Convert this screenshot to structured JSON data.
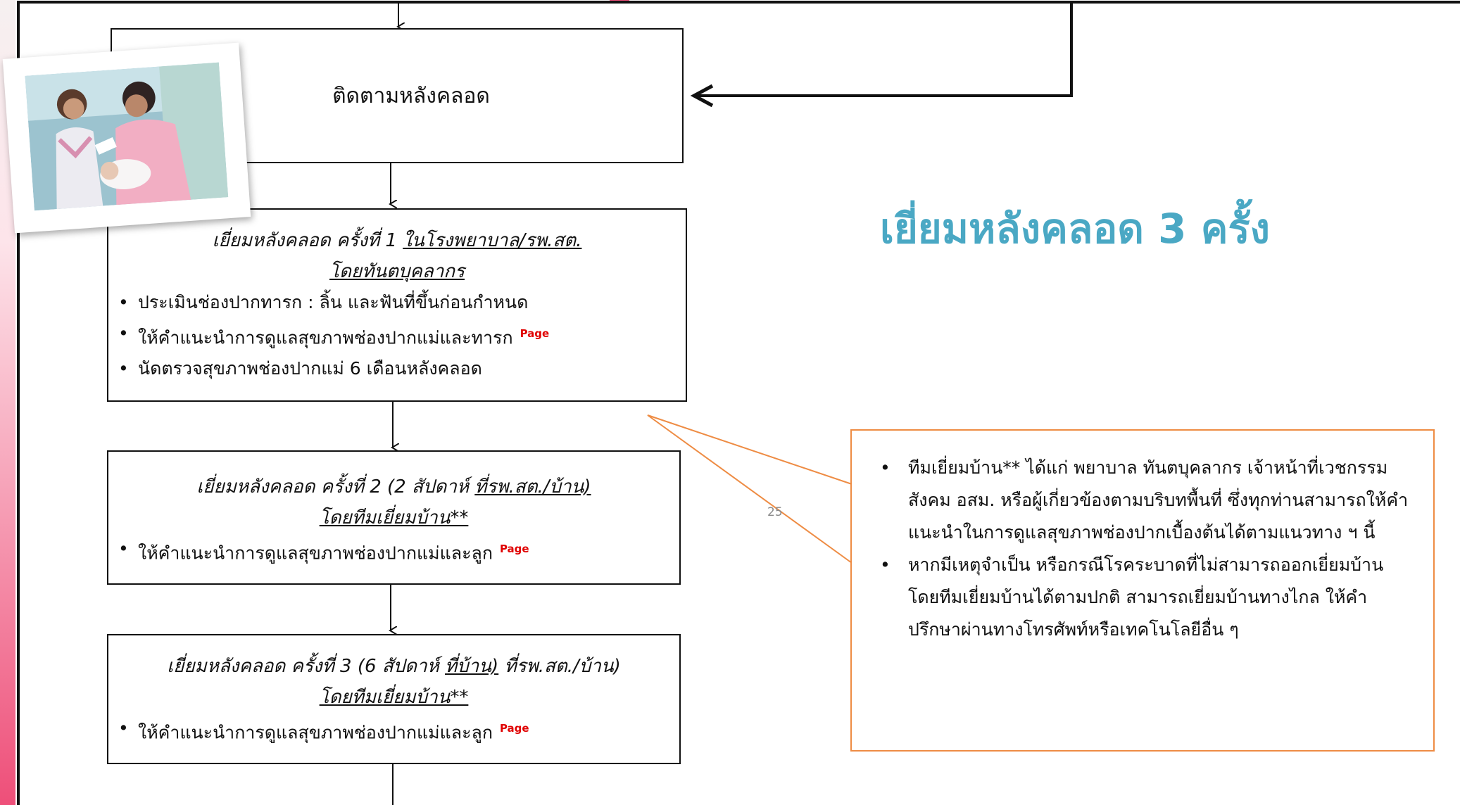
{
  "headline": "เยี่ยมหลังคลอด 3 ครั้ง",
  "page_number": "25",
  "flow": {
    "followup": {
      "label": "ติดตามหลังคลอด"
    },
    "visit1": {
      "title_a": "เยี่ยมหลังคลอด ครั้งที่ 1 ",
      "title_b": "ในโรงพยาบาล/รพ.สต.",
      "subtitle": "โดยทันตบุคลากร",
      "items": [
        "ประเมินช่องปากทารก : ลิ้น และฟันที่ขึ้นก่อนกำหนด",
        "ให้คำแนะนำการดูแลสุขภาพช่องปากแม่และทารก",
        "นัดตรวจสุขภาพช่องปากแม่ 6 เดือนหลังคลอด"
      ],
      "page_tag": "Page"
    },
    "visit2": {
      "title_a": "เยี่ยมหลังคลอด ครั้งที่ 2 (2 สัปดาห์ ",
      "title_b": "ที่รพ.สต./บ้าน)",
      "subtitle": "โดยทีมเยี่ยมบ้าน**",
      "items": [
        "ให้คำแนะนำการดูแลสุขภาพช่องปากแม่และลูก"
      ],
      "page_tag": "Page"
    },
    "visit3": {
      "title_a": "เยี่ยมหลังคลอด ครั้งที่ 3 (6 สัปดาห์ ",
      "title_b": "ที่บ้าน)",
      "title_c": " ที่รพ.สต./บ้าน)",
      "subtitle": "โดยทีมเยี่ยมบ้าน**",
      "items": [
        "ให้คำแนะนำการดูแลสุขภาพช่องปากแม่และลูก"
      ],
      "page_tag": "Page"
    }
  },
  "note": {
    "items": [
      "ทีมเยี่ยมบ้าน** ได้แก่ พยาบาล ทันตบุคลากร เจ้าหน้าที่เวชกรรมสังคม อสม. หรือผู้เกี่ยวข้องตามบริบทพื้นที่ ซึ่งทุกท่านสามารถให้คำแนะนำในการดูแลสุขภาพช่องปากเบื้องต้นได้ตามแนวทาง ฯ นี้",
      "หากมีเหตุจำเป็น หรือกรณีโรคระบาดที่ไม่สามารถออกเยี่ยมบ้านโดยทีมเยี่ยมบ้านได้ตามปกติ สามารถเยี่ยมบ้านทางไกล ให้คำปรึกษาผ่านทางโทรศัพท์หรือเทคโนโลยีอื่น ๆ"
    ]
  },
  "colors": {
    "headline": "#4aa8c4",
    "callout_border": "#ee8c44",
    "page_tag": "#e00000",
    "side_gradient_top": "#fde4ea",
    "side_gradient_bottom": "#ee4f79"
  },
  "icons": {
    "photo": "nurse-mother-baby-photo"
  }
}
